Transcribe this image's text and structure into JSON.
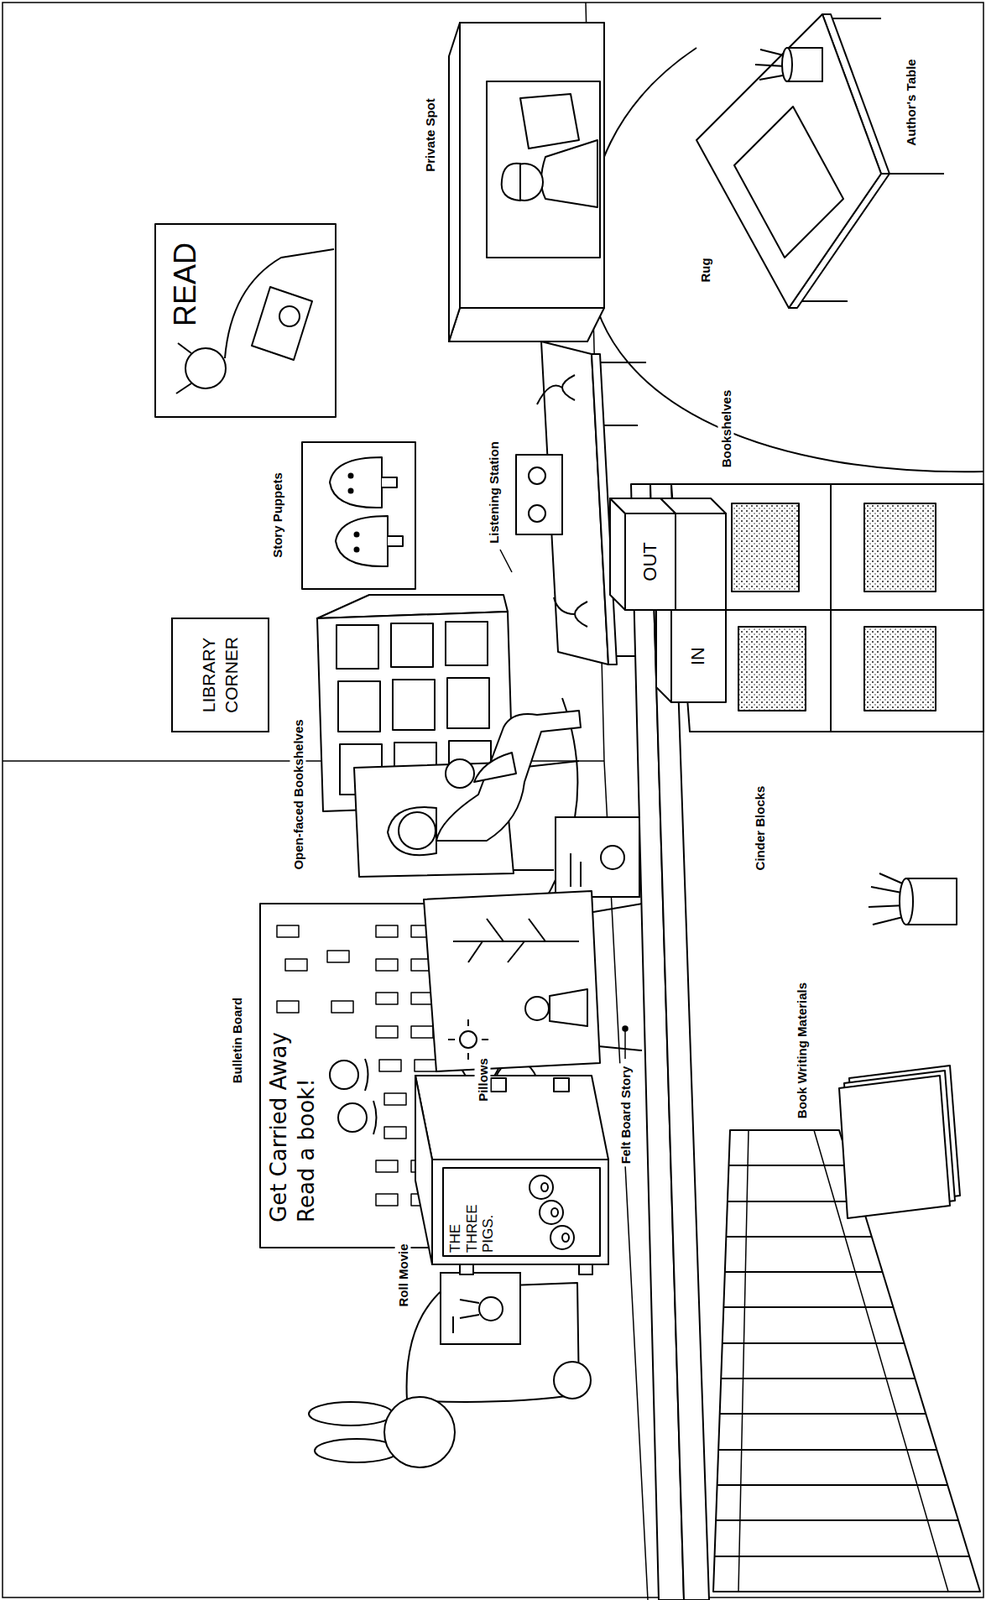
{
  "diagram": {
    "nodes": [
      {
        "text": [
          "LIBRARY CORNER"
        ]
      },
      {
        "text": [
          "READ"
        ]
      },
      {
        "text": [
          "Get Carried Away",
          "Read a book!"
        ]
      },
      {
        "text": [
          "IN"
        ]
      },
      {
        "text": [
          "OUT"
        ]
      },
      {
        "text": [
          "THE THREE PIGS."
        ]
      }
    ],
    "labels": [
      "Roll Movie",
      "Bulletin Board",
      "Felt Board Story",
      "Pillows",
      "Book Writing Materials",
      "Cinder Blocks",
      "Open-faced Bookshelves",
      "Story Puppets",
      "Listening Station",
      "Bookshelves",
      "Private Spot",
      "Rug",
      "Author's Table"
    ]
  }
}
